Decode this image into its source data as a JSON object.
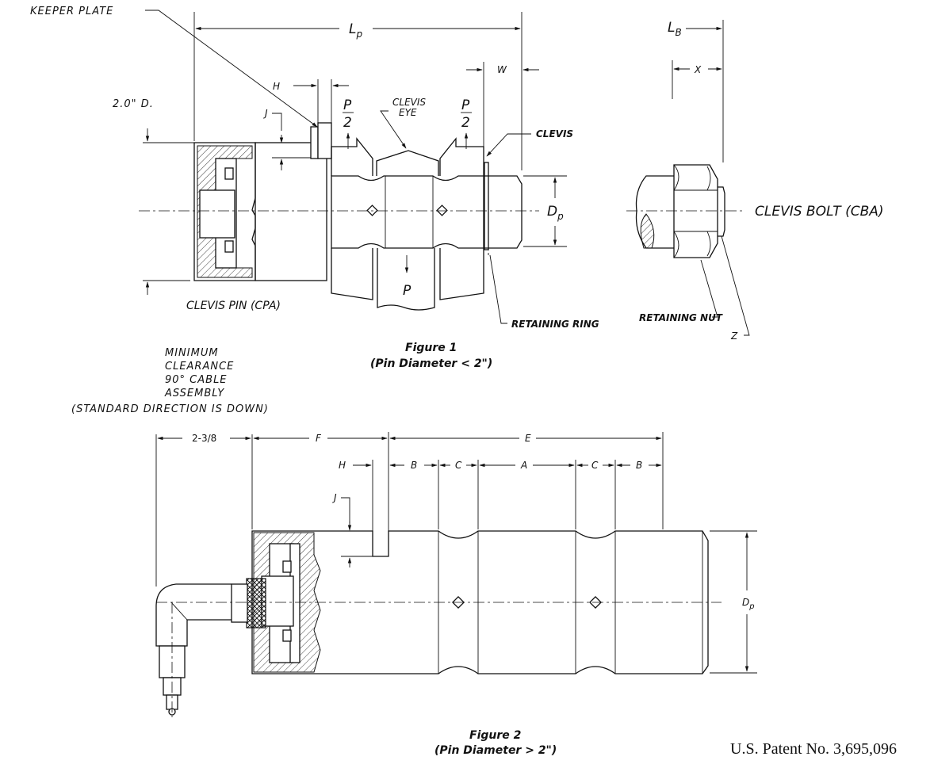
{
  "figure1": {
    "labels": {
      "keeper_plate": "KEEPER PLATE",
      "lp": "L",
      "lp_sub": "p",
      "h": "H",
      "j": "J",
      "w": "W",
      "dia_2in": "2.0\" D.",
      "p_half_num": "P",
      "p_half_den": "2",
      "clevis_eye_1": "CLEVIS",
      "clevis_eye_2": "EYE",
      "clevis": "CLEVIS",
      "dp": "D",
      "dp_sub": "p",
      "p": "P",
      "retaining_ring": "RETAINING RING",
      "clevis_pin": "CLEVIS PIN (CPA)"
    },
    "caption_title": "Figure 1",
    "caption_sub": "(Pin Diameter < 2\")"
  },
  "bolt": {
    "lb": "L",
    "lb_sub": "B",
    "x": "X",
    "clevis_bolt": "CLEVIS BOLT (CBA)",
    "retaining_nut": "RETAINING NUT",
    "z": "Z"
  },
  "clearance_note": {
    "lines": [
      "MINIMUM",
      "CLEARANCE",
      "90° CABLE",
      "ASSEMBLY",
      "(STANDARD DIRECTION IS DOWN)"
    ]
  },
  "figure2": {
    "labels": {
      "d238": "2-3/8",
      "f": "F",
      "e": "E",
      "h": "H",
      "b1": "B",
      "c1": "C",
      "a": "A",
      "c2": "C",
      "b2": "B",
      "j": "J",
      "dp": "D",
      "dp_sub": "p"
    },
    "caption_title": "Figure 2",
    "caption_sub": "(Pin Diameter > 2\")"
  },
  "patent": "U.S. Patent No. 3,695,096"
}
